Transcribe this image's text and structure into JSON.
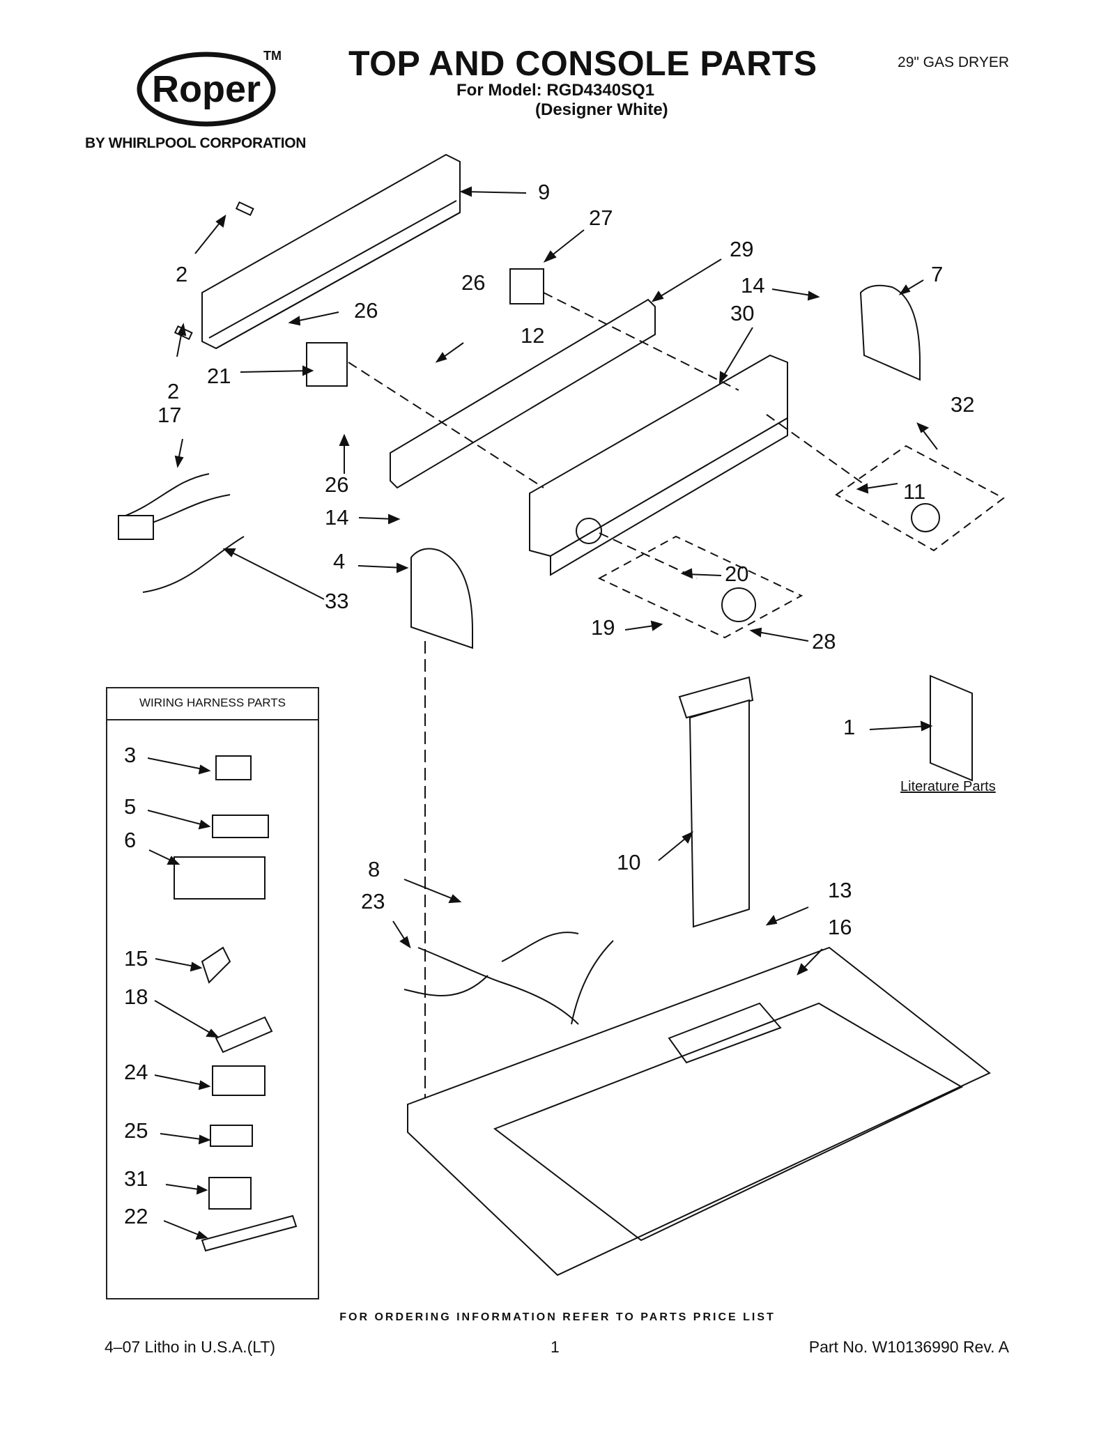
{
  "header": {
    "brand": "Roper",
    "trademark": "TM",
    "brand_sub": "BY WHIRLPOOL CORPORATION",
    "title": "TOP AND CONSOLE PARTS",
    "model": "For Model: RGD4340SQ1",
    "variant": "(Designer White)",
    "product": "29\" GAS DRYER"
  },
  "wiring_box": {
    "title": "WIRING HARNESS PARTS",
    "callouts": [
      "3",
      "5",
      "6",
      "15",
      "18",
      "24",
      "25",
      "31",
      "22"
    ]
  },
  "literature": {
    "label": "Literature Parts",
    "callout": "1"
  },
  "callouts": [
    "9",
    "27",
    "29",
    "2",
    "26",
    "14",
    "7",
    "30",
    "21",
    "26",
    "12",
    "2",
    "17",
    "32",
    "11",
    "26",
    "14",
    "20",
    "4",
    "33",
    "19",
    "28",
    "1",
    "8",
    "23",
    "10",
    "13",
    "16"
  ],
  "footer": {
    "ordering": "FOR ORDERING INFORMATION REFER TO PARTS PRICE LIST",
    "left": "4–07 Litho in U.S.A.(LT)",
    "center": "1",
    "right": "Part No. W10136990 Rev. A"
  }
}
